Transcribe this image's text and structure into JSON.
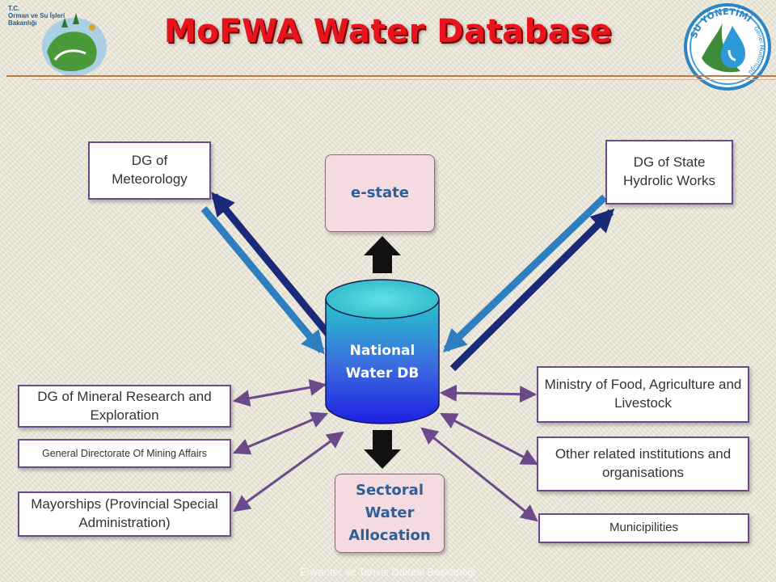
{
  "title": "MoFWA Water Database",
  "logos": {
    "left_ministry_text": "T.C.\nOrman ve Su İşleri\nBakanlığı",
    "right_text_main": "SU YÖNETİMİ",
    "right_text_sub": "Genel Müdürlüğü"
  },
  "center": {
    "database_label_line1": "National",
    "database_label_line2": "Water DB"
  },
  "outputs": {
    "top": "e-state",
    "bottom": "Sectoral Water Allocation"
  },
  "left_nodes": {
    "meteorology": "DG of Meteorology",
    "mineral_research": "DG of Mineral Research and Exploration",
    "mining_affairs": "General Directorate Of Mining Affairs",
    "mayorships": "Mayorships (Provincial Special Administration)"
  },
  "right_nodes": {
    "state_hydrolic": "DG of State Hydrolic Works",
    "food_agriculture": "Ministry of Food, Agriculture and Livestock",
    "other_institutions": "Other related institutions and organisations",
    "municipalities": "Municipilities"
  },
  "footer": "Envanter ve Tahsis Dairesi Başkanlığı",
  "colors": {
    "title": "#e8141c",
    "box_border": "#6b4a8c",
    "connector": "#6b4a8c",
    "pink_box": "#f3dbe1",
    "pink_text": "#2f5f95",
    "arrow_dark": "#1b2a78",
    "arrow_light": "#2f7fc0"
  }
}
